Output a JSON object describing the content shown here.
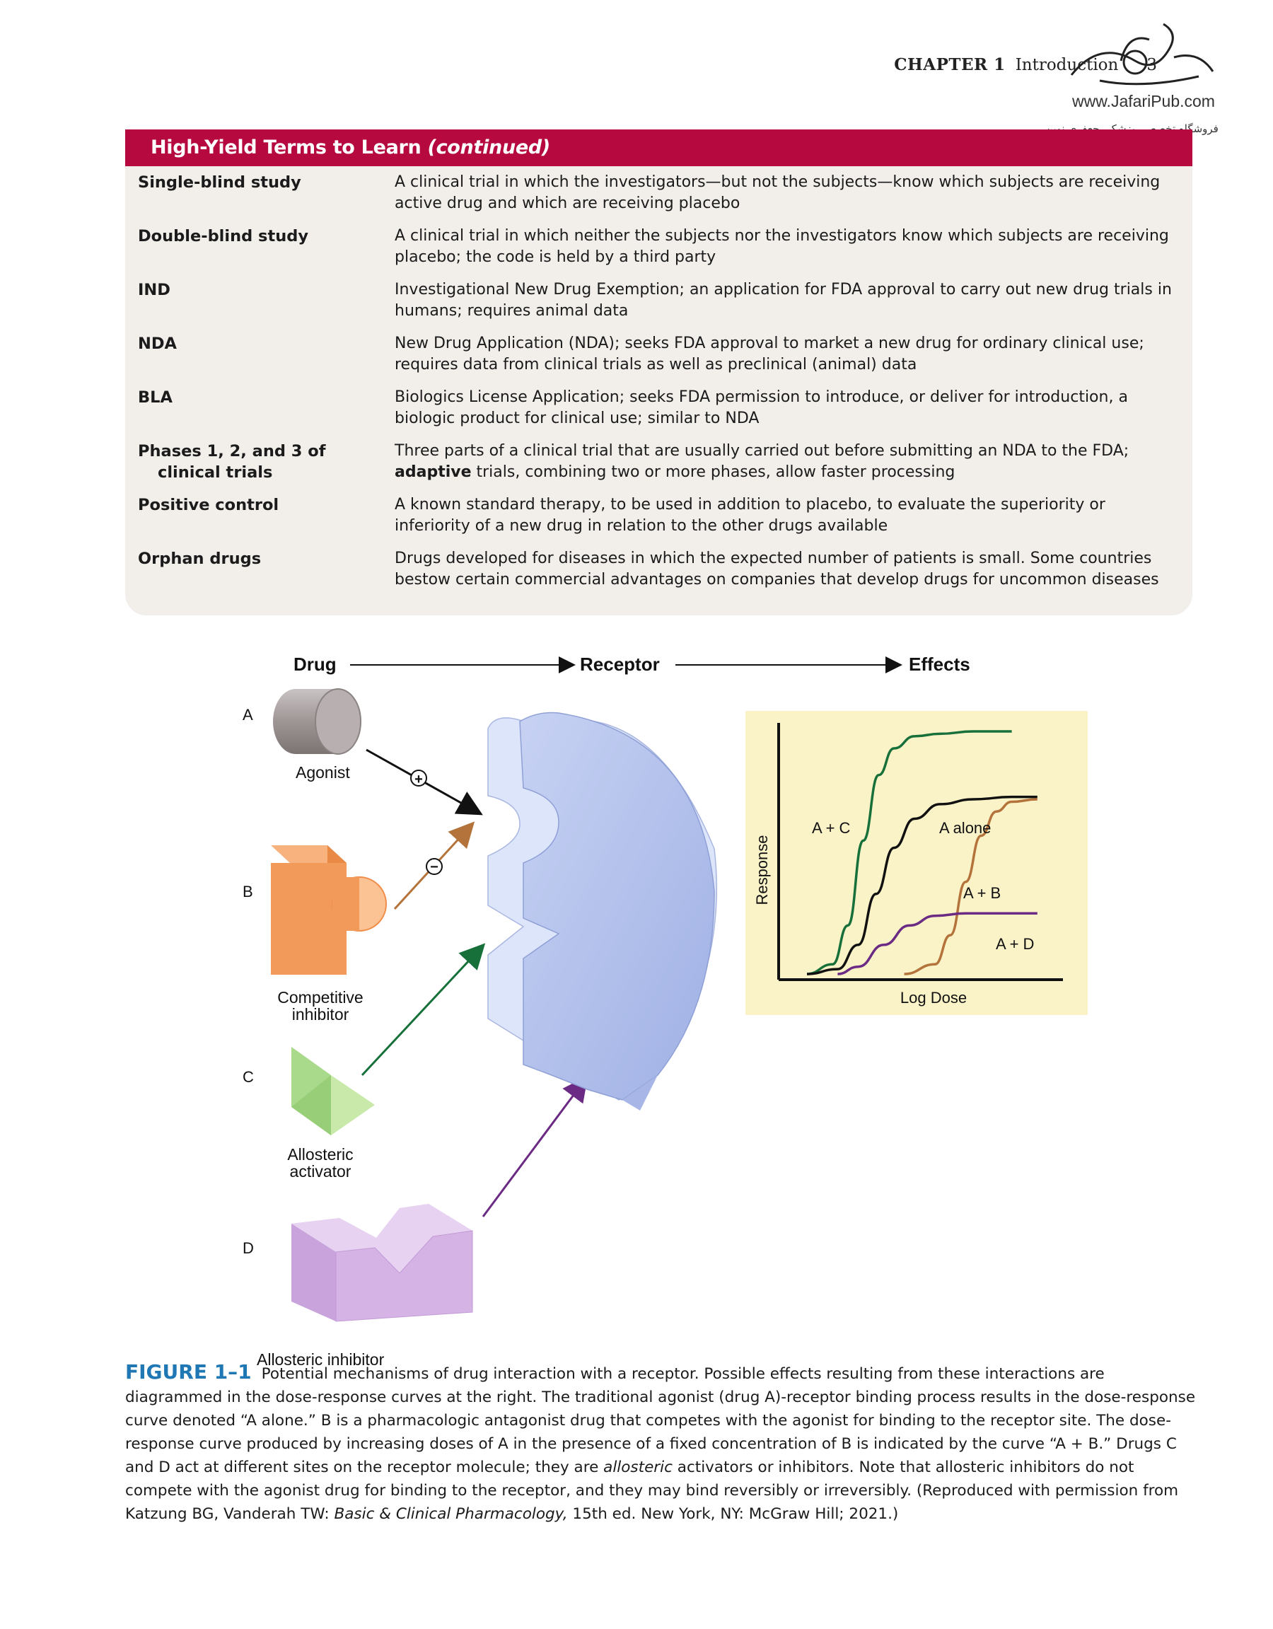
{
  "running_head": {
    "chapter": "CHAPTER 1",
    "title": "Introduction",
    "page": "3"
  },
  "watermark": {
    "url": "www.JafariPub.com",
    "persian": "فروشگاه تخصصی پزشکی جعفری نوین"
  },
  "banner": {
    "title": "High-Yield Terms to Learn",
    "suffix": "(continued)"
  },
  "terms": [
    {
      "term": "Single-blind study",
      "definition": "A clinical trial in which the investigators—but not the subjects—know which subjects are receiving active drug and which are receiving placebo"
    },
    {
      "term": "Double-blind study",
      "definition": "A clinical trial in which neither the subjects nor the investigators know which subjects are receiving placebo; the code is held by a third party"
    },
    {
      "term": "IND",
      "definition": "Investigational New Drug Exemption; an application for FDA approval to carry out new drug trials in humans; requires animal data"
    },
    {
      "term": "NDA",
      "definition": "New Drug Application (NDA); seeks FDA approval to market a new drug for ordinary clinical use; requires data from clinical trials as well as preclinical (animal) data"
    },
    {
      "term": "BLA",
      "definition": "Biologics License Application; seeks FDA permission to introduce, or deliver for introduction, a biologic product for clinical use; similar to NDA"
    },
    {
      "term_line1": "Phases 1, 2, and 3 of",
      "term_line2": "clinical trials",
      "definition_pre": "Three parts of a clinical trial that are usually carried out before submitting an NDA to the FDA;",
      "definition_bold": "adaptive",
      "definition_post": "trials, combining two or more phases, allow faster processing"
    },
    {
      "term": "Positive control",
      "definition": "A known standard therapy, to be used in addition to placebo, to evaluate the superiority or inferiority of a new drug in relation to the other drugs available"
    },
    {
      "term": "Orphan drugs",
      "definition": "Drugs developed for diseases in which the expected number of patients is small. Some countries bestow certain commercial advantages on companies that develop drugs for uncommon diseases"
    }
  ],
  "figure": {
    "headers": {
      "drug": "Drug",
      "receptor": "Receptor",
      "effects": "Effects"
    },
    "panels": [
      {
        "letter": "A",
        "label": "Agonist",
        "sign": "+"
      },
      {
        "letter": "B",
        "label_line1": "Competitive",
        "label_line2": "inhibitor",
        "sign": "−"
      },
      {
        "letter": "C",
        "label_line1": "Allosteric",
        "label_line2": "activator"
      },
      {
        "letter": "D",
        "label": "Allosteric inhibitor"
      }
    ],
    "colors": {
      "agonist_arrow": "#111111",
      "competitive_arrow": "#b4733a",
      "activator_arrow": "#17703a",
      "inhibitor_arrow": "#6b2a83",
      "receptor": "#b7c4ec",
      "graph_bg": "#fbf3c8"
    }
  },
  "chart_data": {
    "type": "line",
    "xlabel": "Log Dose",
    "ylabel": "Response",
    "series": [
      {
        "name": "A + C",
        "color": "#17703a",
        "x": [
          0,
          0.1,
          0.16,
          0.22,
          0.28,
          0.34,
          0.42,
          0.52,
          0.65,
          0.8
        ],
        "y": [
          0,
          0.04,
          0.2,
          0.55,
          0.82,
          0.93,
          0.98,
          0.99,
          1.0,
          1.0
        ]
      },
      {
        "name": "A alone",
        "color": "#111111",
        "x": [
          0,
          0.12,
          0.2,
          0.27,
          0.34,
          0.42,
          0.52,
          0.65,
          0.8,
          0.9
        ],
        "y": [
          0,
          0.02,
          0.12,
          0.33,
          0.52,
          0.64,
          0.7,
          0.72,
          0.73,
          0.73
        ]
      },
      {
        "name": "A + B",
        "color": "#b4733a",
        "x": [
          0.38,
          0.5,
          0.56,
          0.62,
          0.68,
          0.74,
          0.8,
          0.9
        ],
        "y": [
          0,
          0.04,
          0.16,
          0.38,
          0.57,
          0.67,
          0.71,
          0.72
        ]
      },
      {
        "name": "A + D",
        "color": "#6b2a83",
        "x": [
          0.12,
          0.2,
          0.3,
          0.4,
          0.5,
          0.62,
          0.75,
          0.9
        ],
        "y": [
          0,
          0.03,
          0.12,
          0.2,
          0.24,
          0.25,
          0.25,
          0.25
        ]
      }
    ],
    "grid": false
  },
  "caption": {
    "label": "FIGURE 1–1",
    "text_part1": "Potential mechanisms of drug interaction with a receptor. Possible effects resulting from these interactions are diagrammed in the dose-response curves at the right. The traditional agonist (drug A)-receptor binding process results in the dose-response curve denoted “A alone.” B is a pharmacologic antagonist drug that competes with the agonist for binding to the receptor site. The dose-response curve produced by increasing doses of A in the presence of a fixed concentration of B is indicated by the curve “A + B.” Drugs C and D act at different sites on the receptor molecule; they are",
    "text_italic1": "allosteric",
    "text_part2": "activators or inhibitors. Note that allosteric inhibitors do not compete with the agonist drug for binding to the receptor, and they may bind reversibly or irreversibly. (Reproduced with permission from Katzung BG, Vanderah TW:",
    "text_italic2": "Basic & Clinical Pharmacology,",
    "text_part3": "15th ed. New York, NY: McGraw Hill; 2021.)"
  }
}
